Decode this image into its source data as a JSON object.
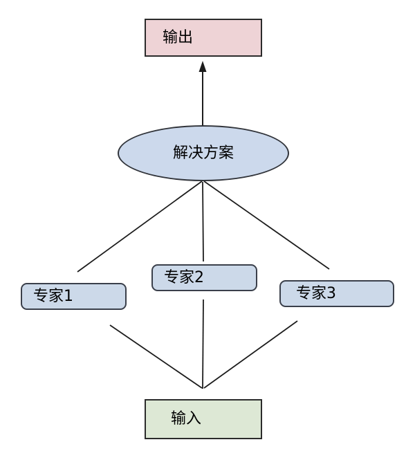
{
  "diagram": {
    "title": "expert-aggregation-flow",
    "nodes": {
      "output": {
        "label": "输出",
        "shape": "rectangle",
        "fill": "#eed3d6",
        "stroke": "#2b2b2b"
      },
      "solution": {
        "label": "解决方案",
        "shape": "ellipse",
        "fill": "#ccd9ec",
        "stroke": "#31343a"
      },
      "expert1": {
        "label": "专家1",
        "shape": "rounded-rectangle",
        "fill": "#ccd9e9",
        "stroke": "#3a3f4a"
      },
      "expert2": {
        "label": "专家2",
        "shape": "rounded-rectangle",
        "fill": "#ccd9e9",
        "stroke": "#3a3f4a"
      },
      "expert3": {
        "label": "专家3",
        "shape": "rounded-rectangle",
        "fill": "#ccd9e9",
        "stroke": "#3a3f4a"
      },
      "input": {
        "label": "输入",
        "shape": "rectangle",
        "fill": "#dde8d5",
        "stroke": "#2b2b2b"
      }
    },
    "edges": [
      {
        "name": "solution-to-output",
        "from": "solution",
        "to": "output",
        "arrow": true
      },
      {
        "name": "expert1-to-solution",
        "from": "expert1",
        "to": "solution",
        "arrow": false
      },
      {
        "name": "expert2-to-solution",
        "from": "expert2",
        "to": "solution",
        "arrow": false
      },
      {
        "name": "expert3-to-solution",
        "from": "expert3",
        "to": "solution",
        "arrow": false
      },
      {
        "name": "input-to-expert1",
        "from": "input",
        "to": "expert1",
        "arrow": false
      },
      {
        "name": "input-to-expert2",
        "from": "input",
        "to": "expert2",
        "arrow": false
      },
      {
        "name": "input-to-expert3",
        "from": "input",
        "to": "expert3",
        "arrow": false
      }
    ],
    "line_color": "#1c1c1c",
    "background": "#ffffff"
  }
}
